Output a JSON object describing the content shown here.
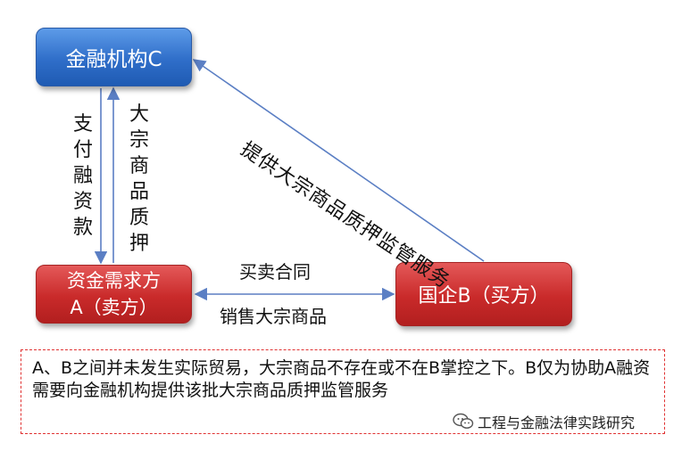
{
  "nodes": {
    "c": {
      "label": "金融机构C"
    },
    "a": {
      "line1": "资金需求方",
      "line2": "A（卖方）"
    },
    "b": {
      "label": "国企B（买方）"
    }
  },
  "edges": {
    "a_to_c": "大宗商品质押",
    "c_to_a": "支付融资款",
    "b_to_c": "提供大宗商品质押监管服务",
    "a_b_contract": "买卖合同",
    "a_b_sales": "销售大宗商品"
  },
  "note": "A、B之间并未发生实际贸易，大宗商品不存在或不在B掌控之下。B仅为协助A融资需要向金融机构提供该批大宗商品质押监管服务",
  "watermark": {
    "text": "工程与金融法律实践研究",
    "icon": "wechat-icon"
  },
  "colors": {
    "node_blue": "#2f6ec9",
    "node_red": "#c92a2a",
    "arrow": "#5b7fc4",
    "note_border": "#e03131"
  }
}
